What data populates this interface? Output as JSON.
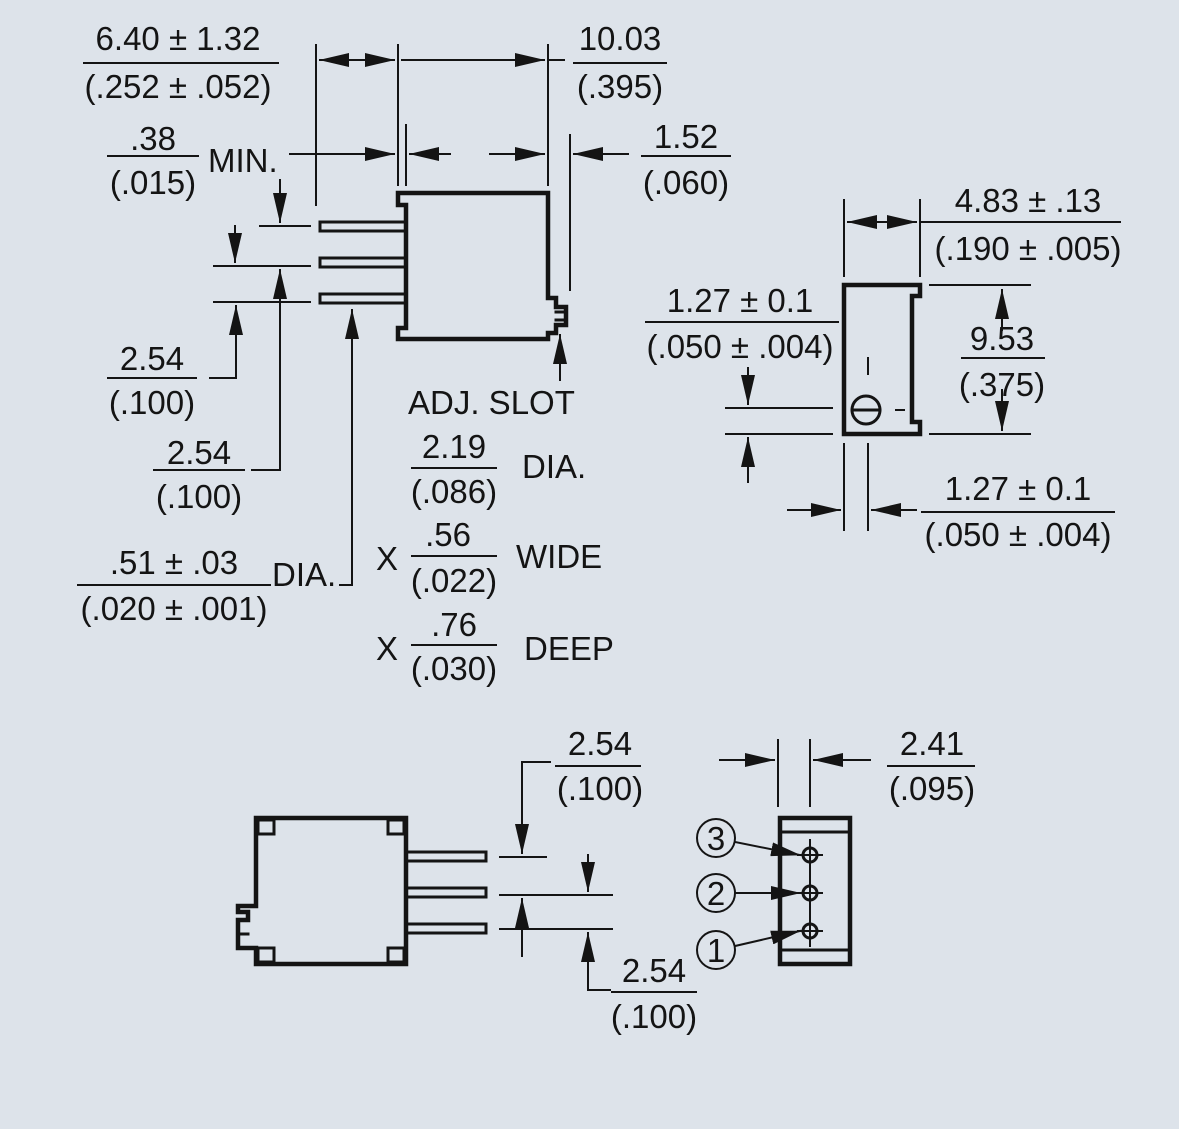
{
  "dims": {
    "d1_mm": "6.40 ± 1.32",
    "d1_in": "(.252 ± .052)",
    "d2_mm": "10.03",
    "d2_in": "(.395)",
    "d3_mm": ".38",
    "d3_in": "(.015)",
    "d3_note": "MIN.",
    "d4_mm": "1.52",
    "d4_in": "(.060)",
    "d5_mm": "2.54",
    "d5_in": "(.100)",
    "d6_mm": "2.54",
    "d6_in": "(.100)",
    "d7_mm": ".51 ± .03",
    "d7_in": "(.020 ± .001)",
    "d7_note": "DIA.",
    "slot_title": "ADJ. SLOT",
    "slot_dia_mm": "2.19",
    "slot_dia_in": "(.086)",
    "slot_dia_note": "DIA.",
    "x1": "X",
    "slot_w_mm": ".56",
    "slot_w_in": "(.022)",
    "slot_w_note": "WIDE",
    "x2": "X",
    "slot_d_mm": ".76",
    "slot_d_in": "(.030)",
    "slot_d_note": "DEEP",
    "r1_mm": "4.83 ± .13",
    "r1_in": "(.190 ± .005)",
    "r2_mm": "1.27 ± 0.1",
    "r2_in": "(.050 ± .004)",
    "r3_mm": "9.53",
    "r3_in": "(.375)",
    "r4_mm": "1.27 ± 0.1",
    "r4_in": "(.050 ± .004)",
    "b1_mm": "2.54",
    "b1_in": "(.100)",
    "b2_mm": "2.41",
    "b2_in": "(.095)",
    "b3_mm": "2.54",
    "b3_in": "(.100)",
    "pin1": "1",
    "pin2": "2",
    "pin3": "3"
  },
  "colors": {
    "background": "#dde3ea",
    "ink": "#141414"
  }
}
